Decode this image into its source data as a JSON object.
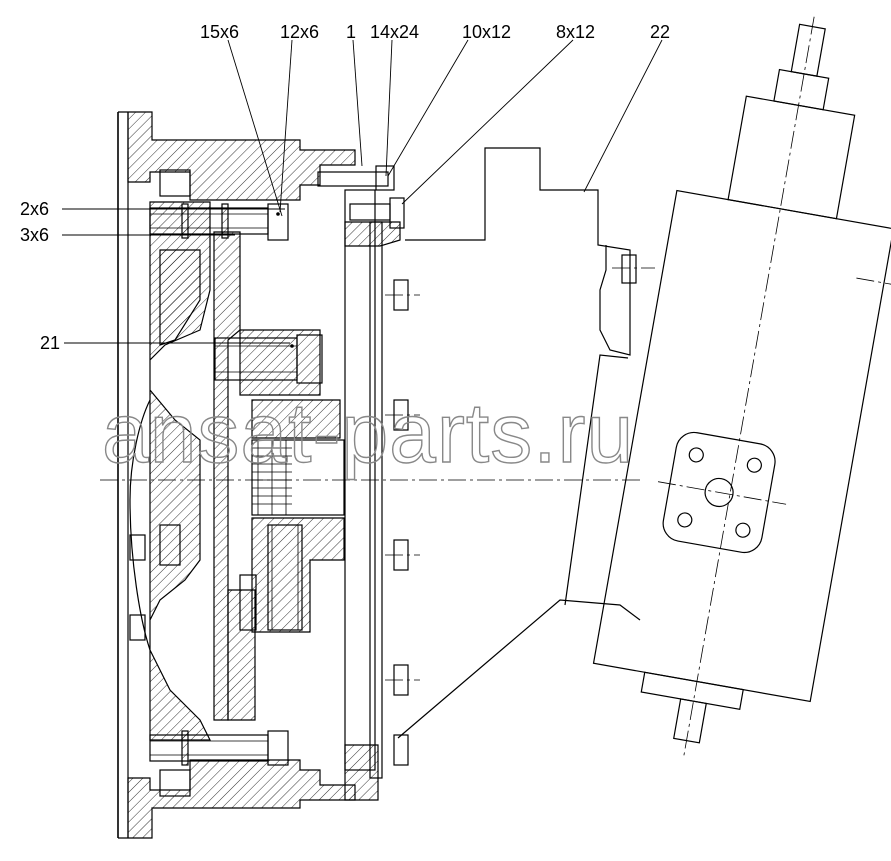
{
  "callouts": [
    {
      "id": "c1",
      "text": "15x6"
    },
    {
      "id": "c2",
      "text": "12x6"
    },
    {
      "id": "c3",
      "text": "1"
    },
    {
      "id": "c4",
      "text": "14x24"
    },
    {
      "id": "c5",
      "text": "10x12"
    },
    {
      "id": "c6",
      "text": "8x12"
    },
    {
      "id": "c7",
      "text": "22"
    },
    {
      "id": "c8",
      "text": "2x6"
    },
    {
      "id": "c9",
      "text": "3x6"
    },
    {
      "id": "c10",
      "text": "21"
    }
  ],
  "watermark": "ansat-parts.ru",
  "colors": {
    "line": "#000000",
    "background": "#ffffff",
    "watermark": "#888888"
  }
}
